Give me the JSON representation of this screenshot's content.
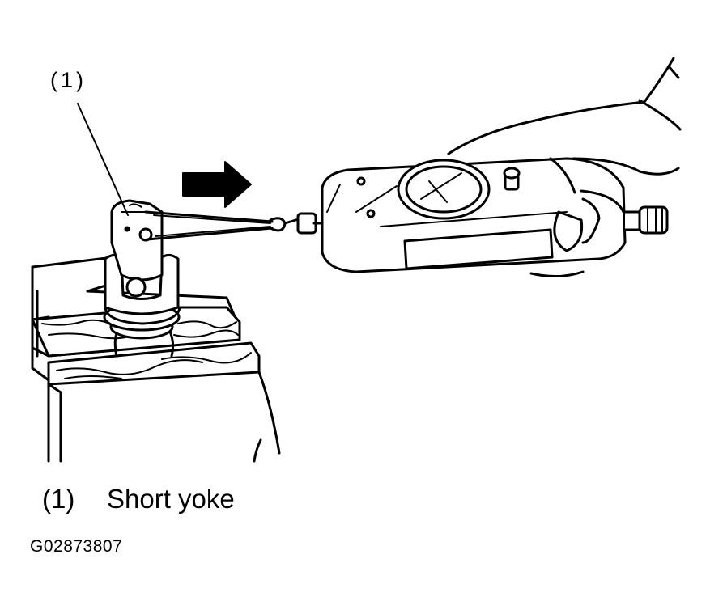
{
  "callout": {
    "marker": "(1)"
  },
  "legend": {
    "number": "(1)",
    "text": "Short yoke"
  },
  "figure_id": "G02873807",
  "colors": {
    "ink": "#000000",
    "paper": "#ffffff",
    "arrow": "#000000"
  },
  "icons": [
    "pull-direction-arrow-icon"
  ]
}
